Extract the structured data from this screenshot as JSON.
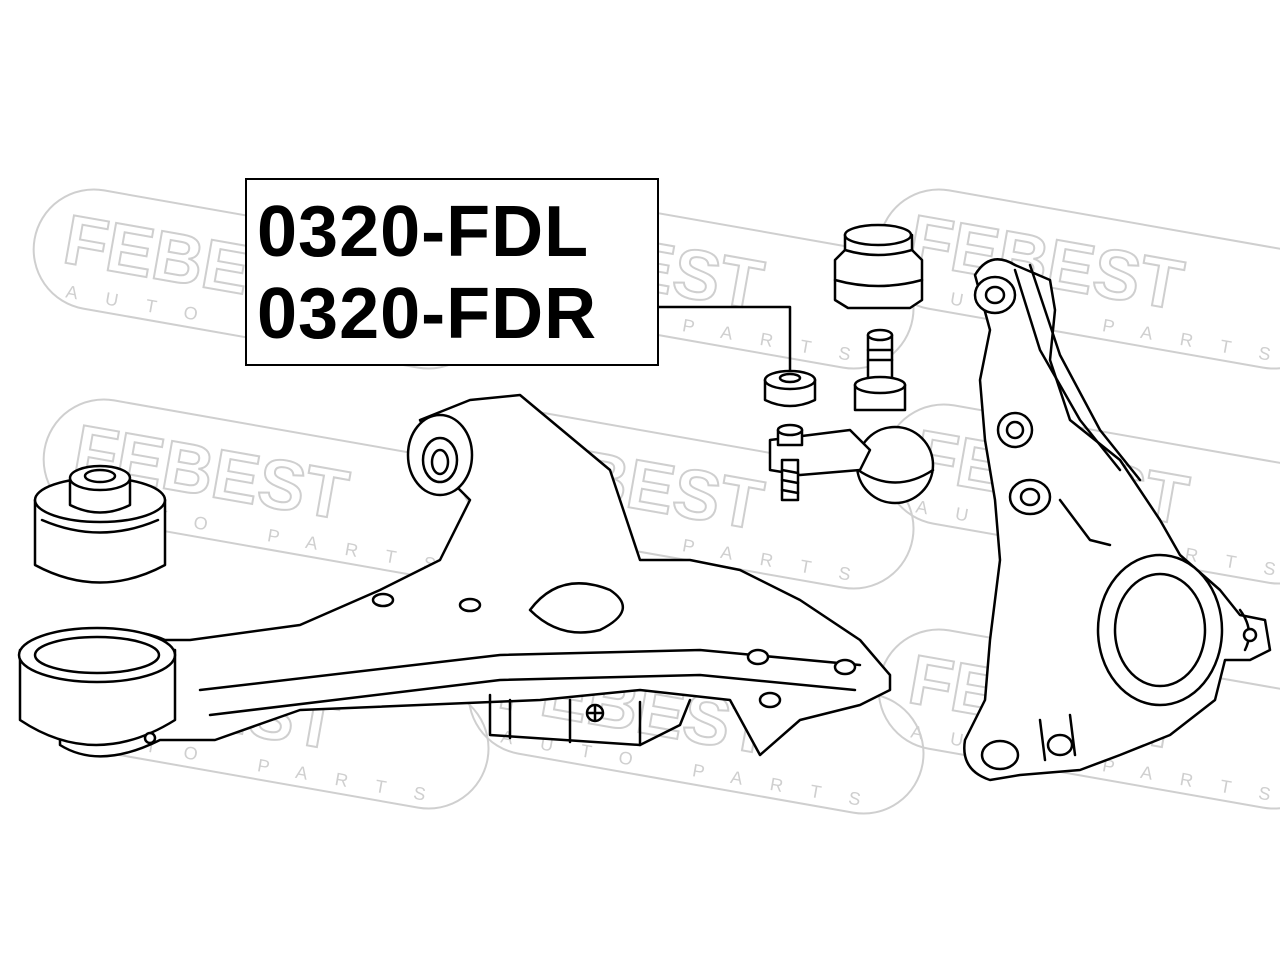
{
  "diagram": {
    "part_numbers": [
      "0320-FDL",
      "0320-FDR"
    ],
    "watermark": {
      "brand": "FEBEST",
      "tagline": "AUTO PARTS",
      "color": "#cfcfcf"
    },
    "line_color": "#000000",
    "background": "#ffffff",
    "components": [
      "lower-control-arm",
      "rear-arm-bushing",
      "front-arm-bushing",
      "ball-joint-dust-boot",
      "ball-joint",
      "steering-knuckle"
    ]
  }
}
